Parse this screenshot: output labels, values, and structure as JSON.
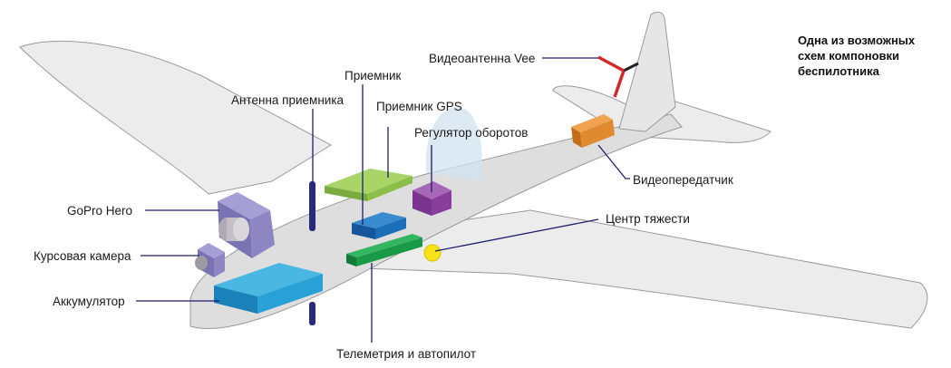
{
  "title_lines": [
    "Одна из возможных",
    "схем компоновки",
    "беспилотника"
  ],
  "labels": {
    "antenna_vee": "Видеоантенна Vee",
    "receiver": "Приемник",
    "receiver_antenna": "Антенна приемника",
    "gps_receiver": "Приемник GPS",
    "speed_controller": "Регулятор оборотов",
    "video_transmitter": "Видеопередатчик",
    "gopro": "GoPro Hero",
    "center_of_gravity": "Центр тяжести",
    "course_camera": "Курсовая камера",
    "battery": "Аккумулятор",
    "telemetry": "Телеметрия и автопилот"
  },
  "colors": {
    "wing": "#ececec",
    "fuselage": "#dedede",
    "canopy": "#d2e2ef",
    "gps": "#8bbf4a",
    "receiver": "#1b6fb8",
    "telemetry": "#1a9a48",
    "speed_controller": "#8a3d9c",
    "video_transmitter": "#e08a30",
    "gopro": "#8d86c2",
    "course_camera": "#8d86c2",
    "battery": "#2aa1d6",
    "antenna_rod": "#2a2a7a",
    "vee_antenna": "#d22a2a",
    "cg_marker": "#f7e21a",
    "leader_lines": "#1e1e6e"
  }
}
